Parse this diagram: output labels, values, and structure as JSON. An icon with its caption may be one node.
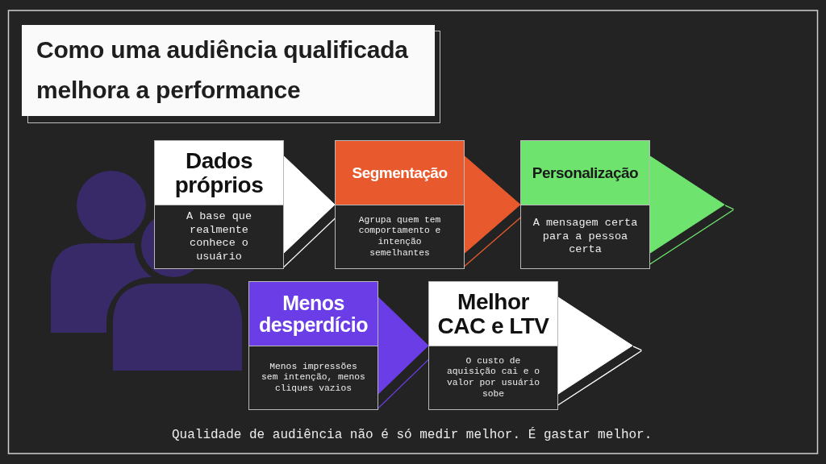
{
  "diagram": {
    "title": "Como uma audiência qualificada melhora a performance",
    "nodes": [
      {
        "text": [
          "Dados próprios",
          "A base que realmente conhece o usuário"
        ]
      },
      {
        "text": [
          "Segmentação",
          "Agrupa quem tem comportamento e intenção semelhantes"
        ]
      },
      {
        "text": [
          "Personalização",
          "A mensagem certa para a pessoa certa"
        ]
      },
      {
        "text": [
          "Menos desperdício",
          "Menos impressões sem intenção, menos cliques vazios"
        ]
      },
      {
        "text": [
          "Melhor CAC e LTV",
          "O custo de aquisição cai e o valor por usuário sobe"
        ]
      }
    ],
    "edges": [
      {
        "from": 0,
        "to": 1,
        "arrow": "to"
      },
      {
        "from": 1,
        "to": 2,
        "arrow": "to",
        "color": "#e85a2d"
      },
      {
        "from": 2,
        "to": null,
        "arrow": "to",
        "color": "#6ee46e"
      },
      {
        "from": 3,
        "to": 4,
        "arrow": "to",
        "color": "#6a3de6"
      },
      {
        "from": 4,
        "to": null,
        "arrow": "to"
      }
    ],
    "caption": "Qualidade de audiência não é só medir melhor. É gastar melhor."
  }
}
